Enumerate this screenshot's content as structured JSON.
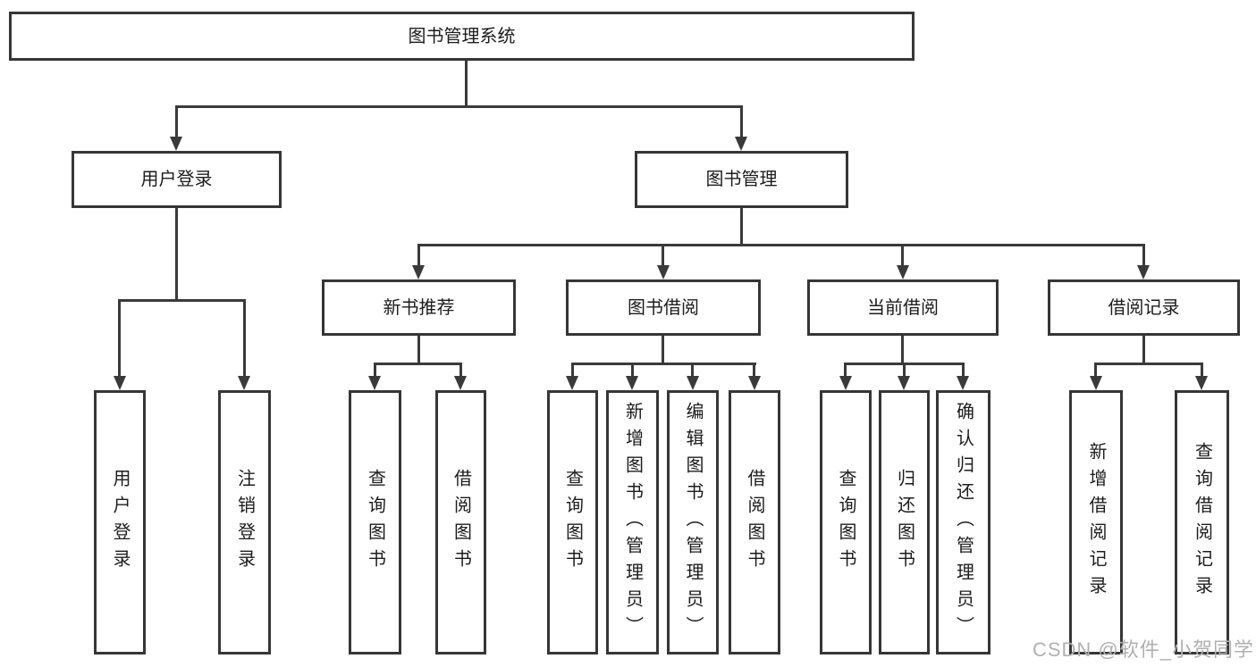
{
  "diagram": {
    "root": {
      "label": "图书管理系统"
    },
    "level2": [
      {
        "label": "用户登录",
        "parent": "图书管理系统"
      },
      {
        "label": "图书管理",
        "parent": "图书管理系统"
      }
    ],
    "level3": [
      {
        "label": "新书推荐",
        "parent": "图书管理"
      },
      {
        "label": "图书借阅",
        "parent": "图书管理"
      },
      {
        "label": "当前借阅",
        "parent": "图书管理"
      },
      {
        "label": "借阅记录",
        "parent": "图书管理"
      }
    ],
    "level4": [
      {
        "label": "用户登录",
        "parent": "用户登录"
      },
      {
        "label": "注销登录",
        "parent": "用户登录"
      },
      {
        "label": "查询图书",
        "parent": "新书推荐"
      },
      {
        "label": "借阅图书",
        "parent": "新书推荐"
      },
      {
        "label": "查询图书",
        "parent": "图书借阅"
      },
      {
        "label": "新增图书（管理员）",
        "parent": "图书借阅"
      },
      {
        "label": "编辑图书（管理员）",
        "parent": "图书借阅"
      },
      {
        "label": "借阅图书",
        "parent": "图书借阅"
      },
      {
        "label": "查询图书",
        "parent": "当前借阅"
      },
      {
        "label": "归还图书",
        "parent": "当前借阅"
      },
      {
        "label": "确认归还（管理员）",
        "parent": "当前借阅"
      },
      {
        "label": "新增借阅记录",
        "parent": "借阅记录"
      },
      {
        "label": "查询借阅记录",
        "parent": "借阅记录"
      }
    ],
    "watermark": "CSDN @软件_小贺同学",
    "colors": {
      "line": "#3a3a3a",
      "box_border": "#363636",
      "text": "#1c1c1c",
      "watermark": "#b0b0b0",
      "background": "#ffffff"
    }
  }
}
